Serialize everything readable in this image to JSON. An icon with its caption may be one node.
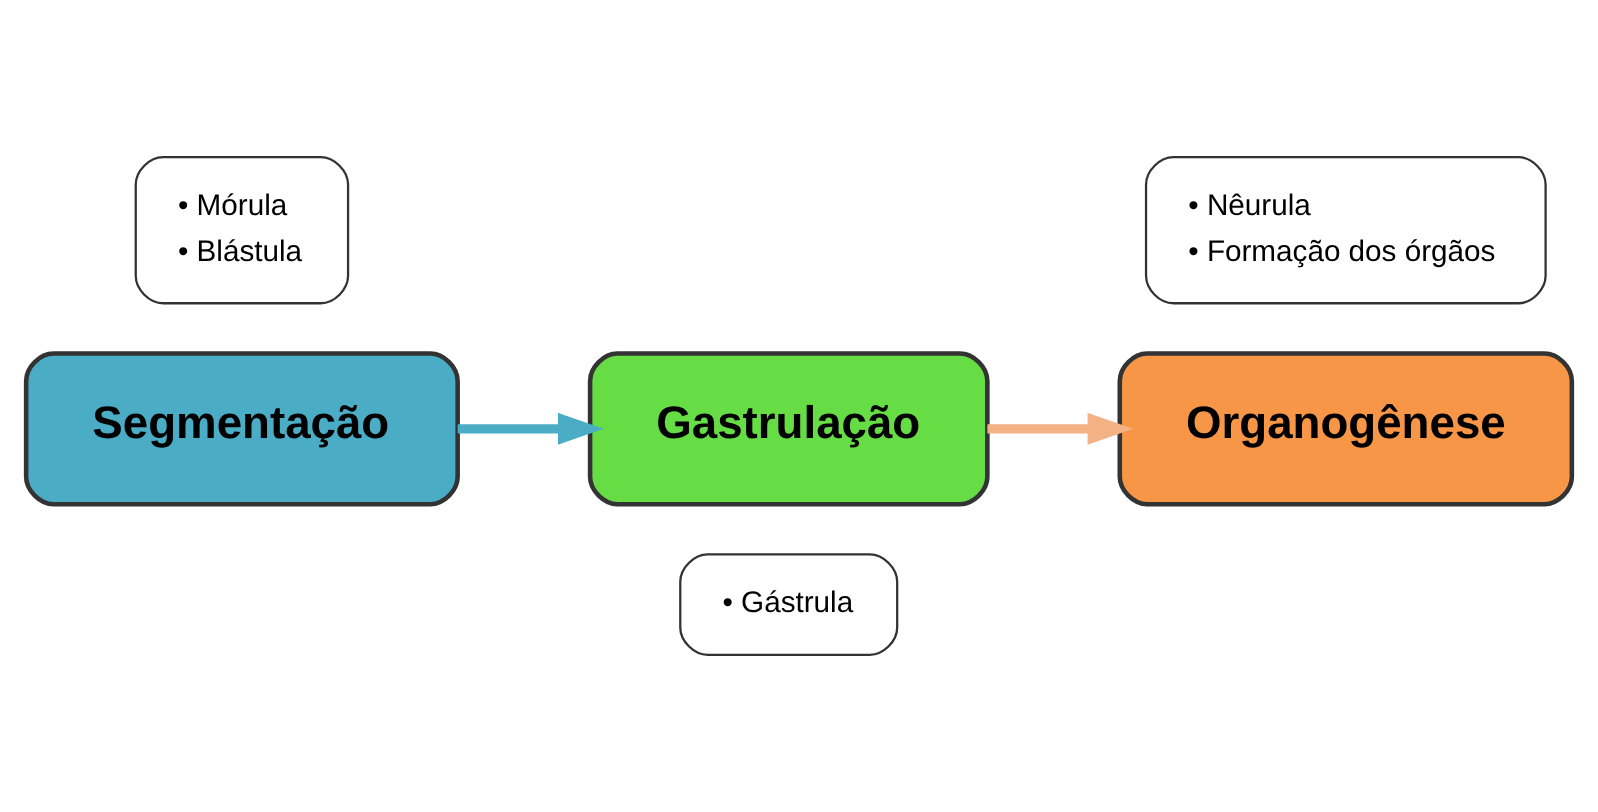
{
  "diagram": {
    "nodes": [
      {
        "text": [
          "• Mórula",
          "• Blástula"
        ]
      },
      {
        "text": [
          "Segmentação"
        ]
      },
      {
        "text": [
          "Gastrulação"
        ]
      },
      {
        "text": [
          "• Gástrula"
        ]
      },
      {
        "text": [
          "• Nêurula",
          "• Formação dos órgãos"
        ]
      },
      {
        "text": [
          "Organogênese"
        ]
      }
    ],
    "edges": [
      {
        "from": 1,
        "to": 2,
        "arrow": "to",
        "color": "#4bacc6"
      },
      {
        "from": 2,
        "to": 5,
        "arrow": "to",
        "color": "#f4b183"
      }
    ]
  }
}
